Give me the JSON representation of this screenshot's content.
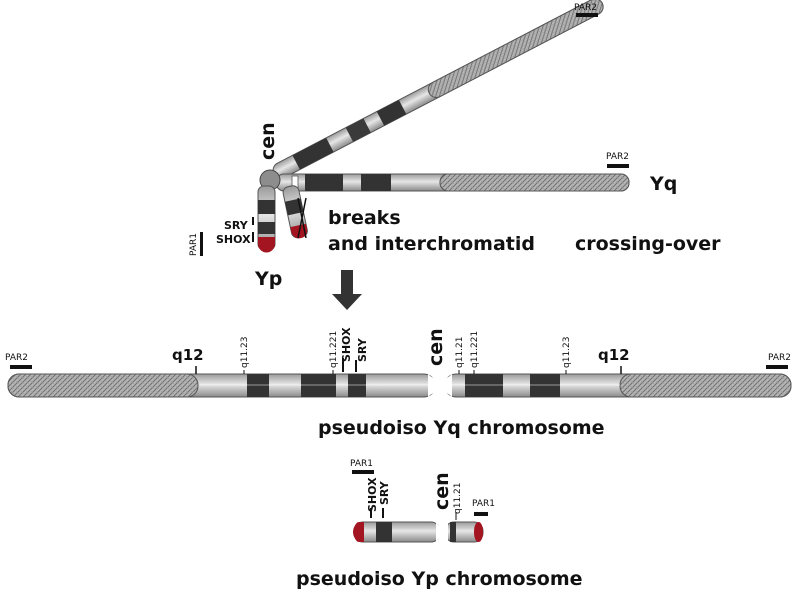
{
  "top": {
    "cen": "cen",
    "yq": "Yq",
    "yp": "Yp",
    "sry": "SRY",
    "shox": "SHOX",
    "par1": "PAR1",
    "par2_upper": "PAR2",
    "par2_lower": "PAR2",
    "caption_line1": "breaks",
    "caption_line2": "and interchromatid",
    "caption_line3": "crossing-over"
  },
  "yq_iso": {
    "par2_left": "PAR2",
    "par2_right": "PAR2",
    "q12_left": "q12",
    "q12_right": "q12",
    "q1123_left": "q11.23",
    "q11221_left": "q11.221",
    "shox": "SHOX",
    "sry": "SRY",
    "cen": "cen",
    "q1121": "q11.21",
    "q11221_right": "q11.221",
    "q1123_right": "q11.23",
    "title": "pseudoiso Yq chromosome"
  },
  "yp_iso": {
    "par1_left": "PAR1",
    "shox": "SHOX",
    "sry": "SRY",
    "cen": "cen",
    "q1121": "q11.21",
    "par1_right": "PAR1",
    "title": "pseudoiso Yp chromosome"
  },
  "colors": {
    "band_dark": "#2e2e2e",
    "band_light": "#cfcfcf",
    "telomere": "#a31521",
    "hatch": "#8c8c8c"
  }
}
